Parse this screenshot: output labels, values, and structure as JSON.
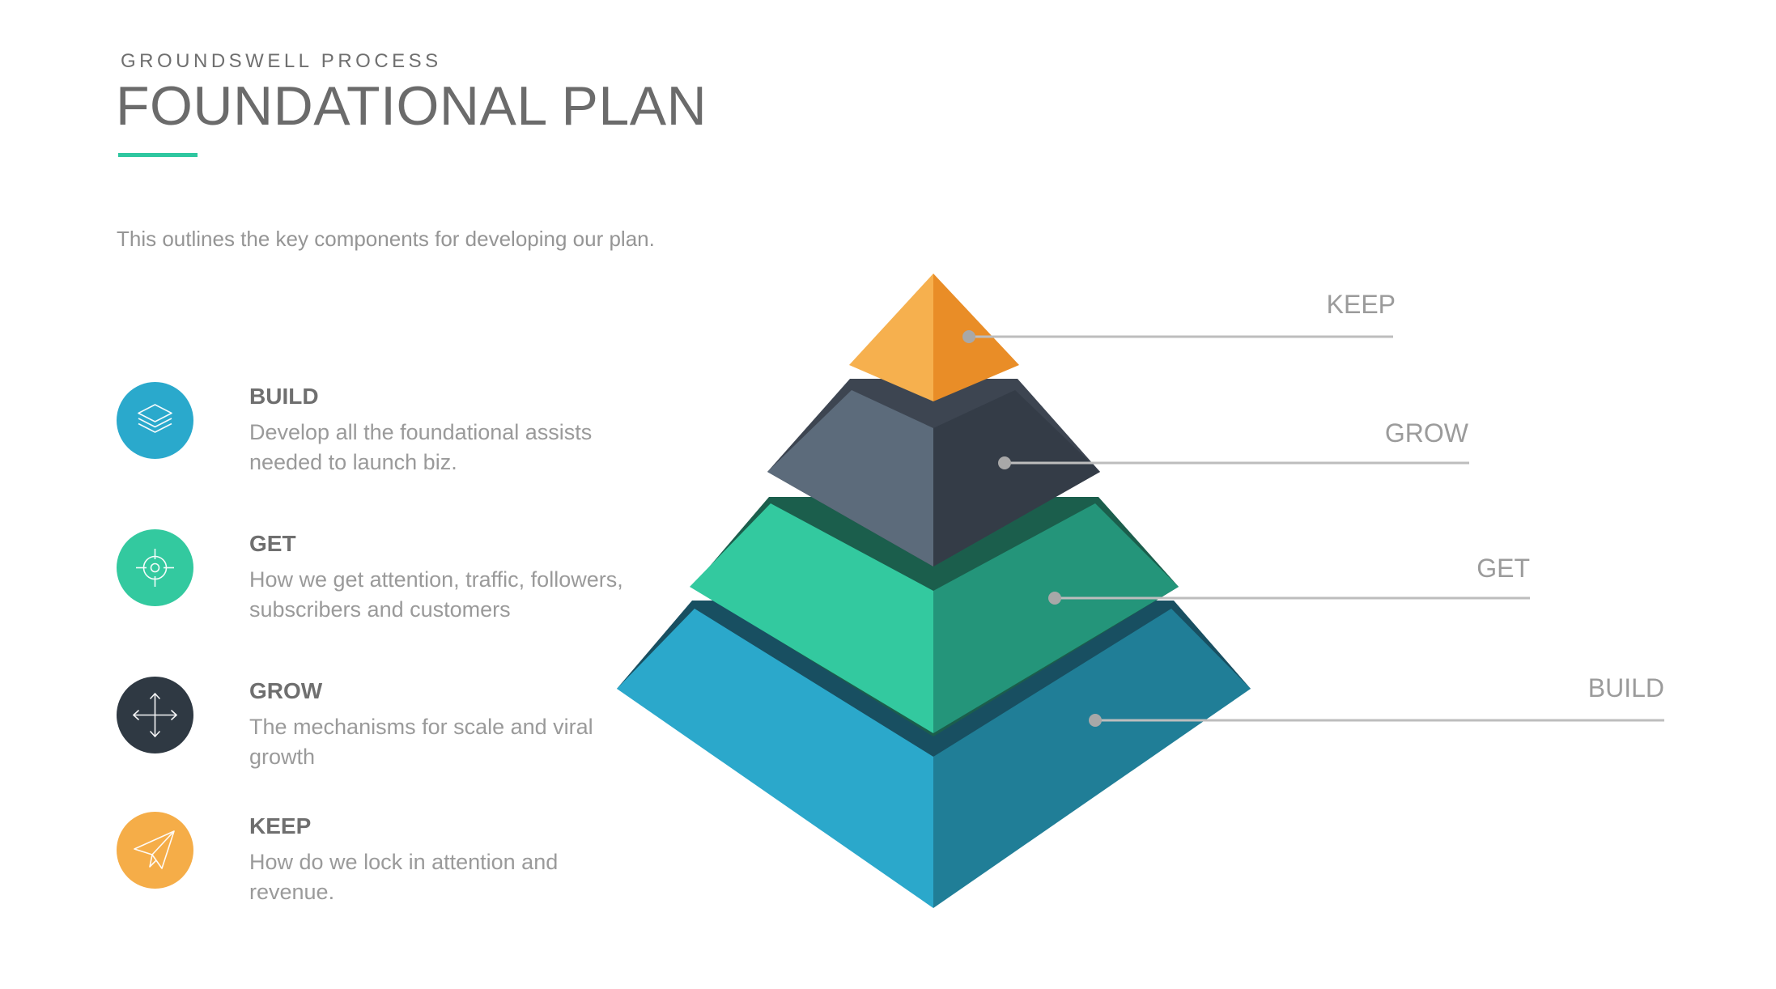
{
  "header": {
    "eyebrow": "GROUNDSWELL PROCESS",
    "title": "FOUNDATIONAL PLAN",
    "subtitle": "This outlines the key components for developing our plan."
  },
  "steps": [
    {
      "title": "BUILD",
      "desc": "Develop all the foundational assists needed to launch biz.",
      "icon": "layers-icon",
      "color": "#2aa9cc"
    },
    {
      "title": "GET",
      "desc": "How we get attention, traffic, followers, subscribers and customers",
      "icon": "target-icon",
      "color": "#33c99f"
    },
    {
      "title": "GROW",
      "desc": "The mechanisms for scale and viral growth",
      "icon": "move-arrows-icon",
      "color": "#2f3943"
    },
    {
      "title": "KEEP",
      "desc": "How do we lock in attention and revenue.",
      "icon": "paper-plane-icon",
      "color": "#f5ad48"
    }
  ],
  "pyramid": {
    "labels": {
      "keep": "KEEP",
      "grow": "GROW",
      "get": "GET",
      "build": "BUILD"
    },
    "colors": {
      "keep_left": "#f6b04e",
      "keep_right": "#e98d27",
      "grow_left": "#5c6b7b",
      "grow_right": "#343c47",
      "get_left": "#33c99f",
      "get_right": "#24957a",
      "build_left": "#2ba8cb",
      "build_right": "#207e97",
      "leader": "#bdbdbd",
      "leader_dot": "#a8a8a8"
    }
  }
}
